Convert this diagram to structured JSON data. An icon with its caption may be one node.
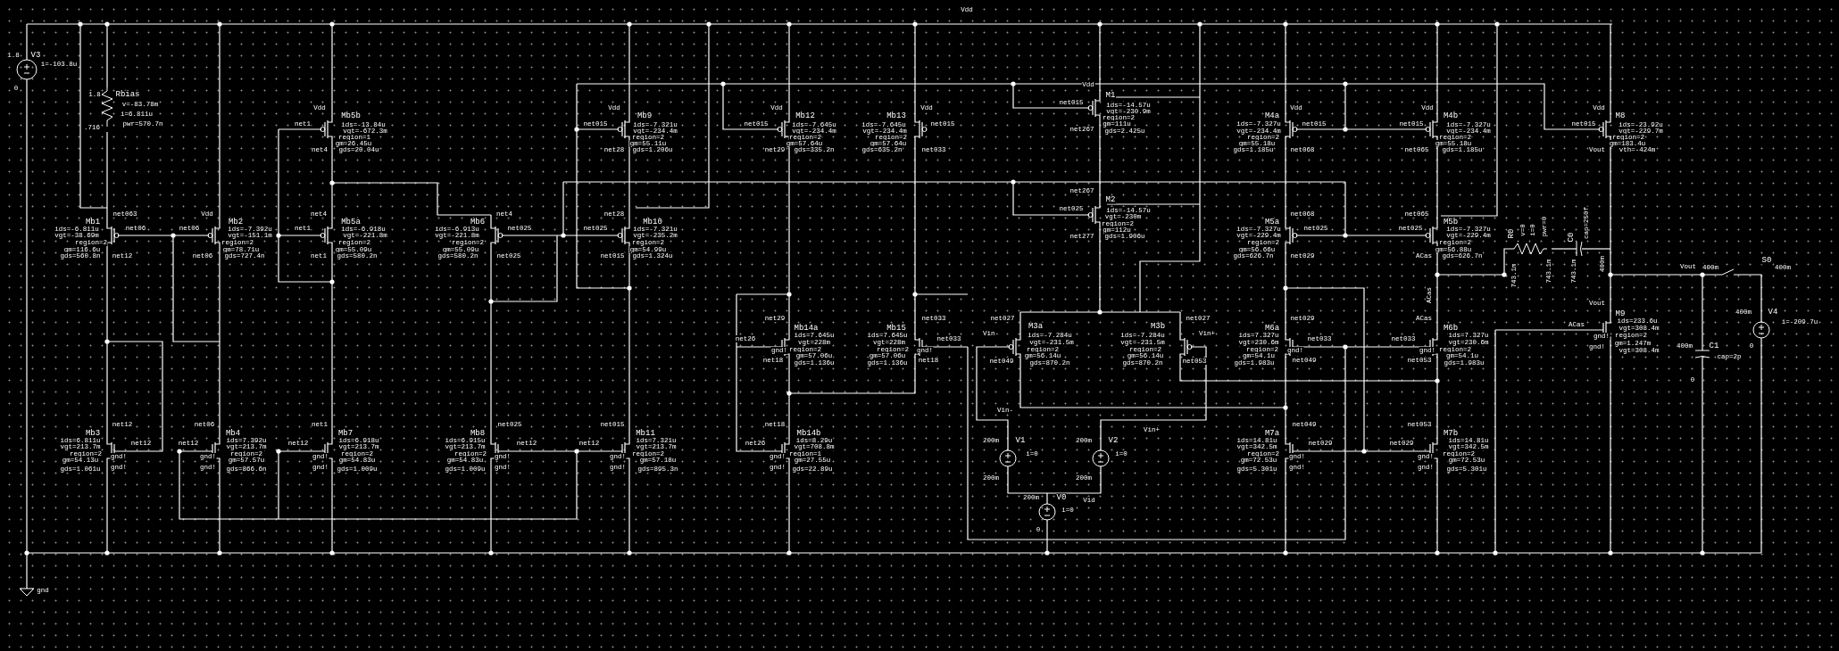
{
  "diagram": {
    "labels": [
      "Vdd",
      "1.8",
      "V3",
      "i=-103.8u",
      "0",
      "1.8",
      "Rbias",
      "v=-83.78m",
      "i=6.811u",
      "pwr=570.7n",
      ".716",
      "Vdd",
      "Mb5b",
      "net1",
      "ids=-13.84u",
      "vgt=-672.3m",
      "region=1",
      "gm=26.45u",
      "net4",
      "gds=20.04u",
      "net063",
      "Mb1",
      "ids=-6.811u",
      "net06",
      "vgt=-38.69m",
      "region=2",
      "gm=116.6u",
      "gds=560.8n",
      "net12",
      "Vdd",
      "Mb2",
      "net06",
      "ids=-7.392u",
      "vgt=-151.1m",
      "region=2",
      "gm=78.71u",
      "net06",
      "gds=727.4n",
      "net4",
      "Mb5a",
      "net1",
      "ids=-6.918u",
      "vgt=-221.8m",
      "region=2",
      "gm=55.09u",
      "net1",
      "gds=580.2n",
      "net4",
      "Mb6",
      "ids=-6.913u",
      "net025",
      "vgt=-221.8m",
      "region=2",
      "gm=55.09u",
      "gds=580.2n",
      "net025",
      "Vdd",
      "Mb9",
      "net015",
      "ids=-7.321u",
      "vgt=-234.4m",
      "region=2",
      "gm=55.11u",
      "net28",
      "gds=1.206u",
      "net28",
      "Mb10",
      "net025",
      "ids=-7.321u",
      "vgt=-235.2m",
      "region=2",
      "gm=54.99u",
      "net015",
      "gds=1.324u",
      "Vdd",
      "Mb12",
      "net015",
      "ids=-7.645u",
      "vgt=-234.4m",
      "region=2",
      "gm=57.64u",
      "net29",
      "gds=335.2n",
      "Vdd",
      "Mb13",
      "ids=-7.645u",
      "net015",
      "vgt=-234.4m",
      "region=2",
      "gm=57.64u",
      "gds=635.2n",
      "net033",
      "Vdd",
      "M1",
      "net015",
      "ids=-14.57u",
      "vgt=-230.9m",
      "region=2",
      "gm=111u",
      "net267",
      "gds=2.425u",
      "net267",
      "M2",
      "net025",
      "ids=-14.57u",
      "vgt=-230m",
      "region=2",
      "gm=112u",
      "net277",
      "gds=1.906u",
      "Vdd",
      "M4a",
      "ids=-7.327u",
      "net015",
      "vgt=-234.4m",
      "region=2",
      "gm=55.18u",
      "gds=1.185u",
      "net068",
      "Vdd",
      "M4b",
      "net015",
      "ids=-7.327u",
      "vgt=-234.4m",
      "region=2",
      "gm=55.18u",
      "net065",
      "gds=1.185u",
      "Vdd",
      "M8",
      "net015",
      "ids=-23.92u",
      "vgt=-229.7m",
      "region=2",
      "gm=183.4u",
      "Vout",
      "vth=-424m",
      "net068",
      "M5a",
      "ids=-7.327u",
      "net025",
      "vgt=-229.4m",
      "region=2",
      "gm=56.66u",
      "gds=626.7n",
      "net029",
      "net065",
      "M5b",
      "net025",
      "ids=-7.327u",
      "vgt=-229.4m",
      "region=2",
      "gm=56.88u",
      "ACas",
      "gds=626.7n",
      "R0",
      "v=0",
      "i=0",
      "pwr=0",
      "C0",
      "cap=250f",
      "743.1m",
      "743.1m",
      "743.1m",
      "400m",
      "Vout",
      "400m",
      "S0",
      "400m",
      "ACas",
      "net029",
      "M6a",
      "ids=7.327u",
      "vgt=230.6m",
      "net033",
      "gnd!",
      "region=2",
      "gm=54.1u",
      "net049",
      "gds=1.983u",
      "ACas",
      "M6b",
      "ids=7.327u",
      "net033",
      "vgt=230.6m",
      "gnd!",
      "region=2",
      "net053",
      "gm=54.1u",
      "gds=1.983u",
      "Vout",
      "M9",
      "ids=233.6u",
      "ACas",
      "vgt=308.4m",
      "gnd!",
      "region=2",
      "gm=1.247m",
      "gnd!",
      "vgt=308.4m",
      "400m",
      "V4",
      "i=-209.7u",
      "400m",
      "C1",
      "0",
      "cap=2p",
      "0",
      "net29",
      "Mb14a",
      "ids=7.645u",
      "net26",
      "vgt=228m",
      "gnd!",
      "region=2",
      "net18",
      "gm=57.06u",
      "gds=1.136u",
      "net033",
      "Mb15",
      "ids=7.645u",
      "vgt=228m",
      "net033",
      "region=2",
      "gnd!",
      "gm=57.06u",
      "net18",
      "gds=1.136u",
      "net027",
      "Vin-",
      "M3a",
      "ids=-7.284u",
      "vgt=-231.5m",
      "region=2",
      "gm=56.14u",
      "net049",
      "gds=870.2n",
      "net027",
      "M3b",
      "ids=-7.284u",
      "vgt=-231.5m",
      "Vin+",
      "region=2",
      "gm=56.14u",
      "gds=870.2n",
      "net053",
      "Vin-",
      "Vin+",
      "200m",
      "V1",
      "i=0",
      "200m",
      "200m",
      "V2",
      "i=0",
      "200m",
      "200m",
      "V0",
      "Vid",
      "i=0",
      "0",
      "net12",
      "Mb3",
      "ids=6.811u",
      "vgt=213.7m",
      "net12",
      "region=2",
      "gnd!",
      "gm=54.13u",
      "gds=1.061u",
      "gnd!",
      "net06",
      "Mb4",
      "net12",
      "ids=7.392u",
      "vgt=213.7m",
      "gnd!",
      "region=2",
      "gnd!",
      "gm=57.57u",
      "gds=866.6n",
      "net1",
      "Mb7",
      "net12",
      "ids=6.918u",
      "vgt=213.7m",
      "gnd!",
      "region=2",
      "gnd!",
      "gm=54.83u",
      "gds=1.009u",
      "net025",
      "Mb8",
      "ids=6.915u",
      "vgt=213.7m",
      "net12",
      "region=2",
      "gnd!",
      "gm=54.83u",
      "gds=1.009u",
      "gnd!",
      "net015",
      "Mb11",
      "net12",
      "ids=7.321u",
      "vgt=213.7m",
      "gnd!",
      "region=2",
      "gnd!",
      "gm=57.18u",
      "gds=895.3n",
      "net18",
      "Mb14b",
      "net26",
      "ids=8.29u",
      "vgt=708.8m",
      "gnd!",
      "region=1",
      "gnd!",
      "gm=27.55u",
      "gds=22.89u",
      "net049",
      "M7a",
      "ids=14.81u",
      "vgt=342.5m",
      "net029",
      "region=2",
      "gnd!",
      "gm=72.53u",
      "gds=5.301u",
      "gnd!",
      "net053",
      "M7b",
      "net029",
      "ids=14.81u",
      "vgt=342.5m",
      "gnd!",
      "region=2",
      "gnd!",
      "gm=72.53u",
      "gds=5.301u",
      "gnd"
    ]
  }
}
